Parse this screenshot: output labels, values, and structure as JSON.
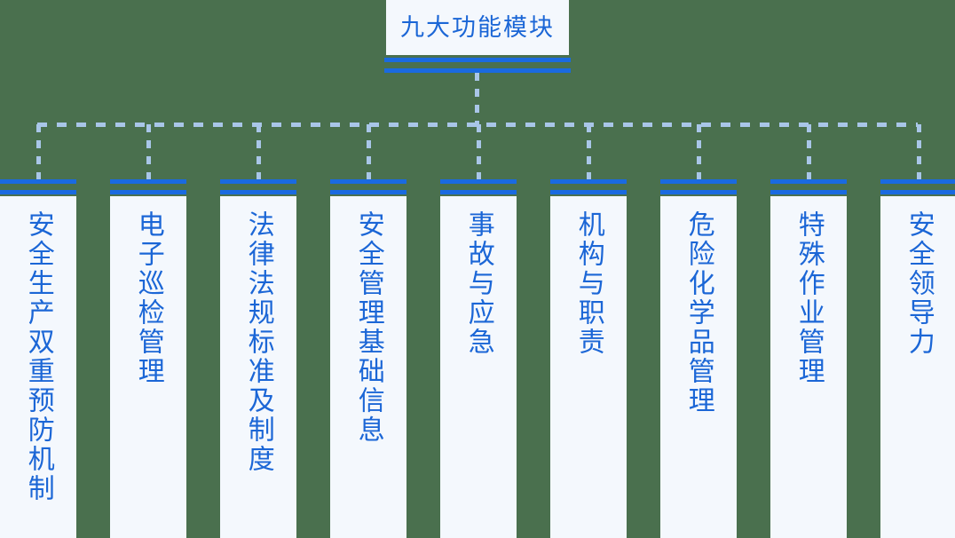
{
  "diagram": {
    "title": "九大功能模块",
    "background_color": "#4a704e",
    "accent_color": "#1a6ae0",
    "text_color": "#1b66d6",
    "panel_color": "#f4f8fd",
    "connector_color": "#a9c6e8",
    "modules": [
      {
        "label": "安全生产双重预防机制"
      },
      {
        "label": "电子巡检管理"
      },
      {
        "label": "法律法规标准及制度"
      },
      {
        "label": "安全管理基础信息"
      },
      {
        "label": "事故与应急"
      },
      {
        "label": "机构与职责"
      },
      {
        "label": "危险化学品管理"
      },
      {
        "label": "特殊作业管理"
      },
      {
        "label": "安全领导力"
      }
    ]
  }
}
